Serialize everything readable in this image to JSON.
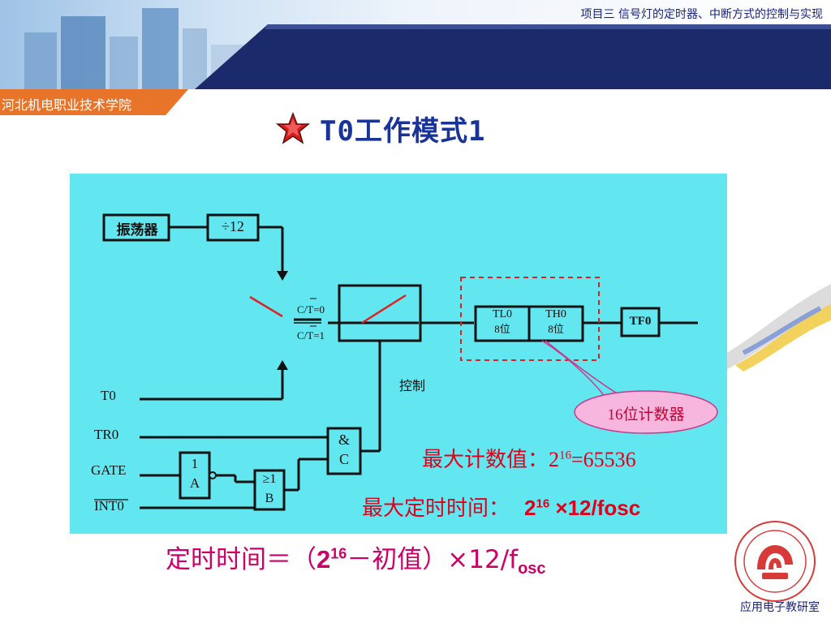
{
  "header": {
    "course_title": "项目三  信号灯的定时器、中断方式的控制与实现"
  },
  "school": {
    "name": "河北机电职业技术学院"
  },
  "slide": {
    "title": "T0工作模式1"
  },
  "diagram": {
    "oscillator": "振荡器",
    "divider": "÷12",
    "ct0": "C/T=0",
    "ct1": "C/T=1",
    "tl0_top": "TL0",
    "tl0_bottom": "8位",
    "th0_top": "TH0",
    "th0_bottom": "8位",
    "tf0": "TF0",
    "control": "控制",
    "t0": "T0",
    "tr0": "TR0",
    "gate": "GATE",
    "int0": "INT0",
    "and_top": "&",
    "and_bottom": "C",
    "not_top": "1",
    "not_bottom": "A",
    "or_top": "≥1",
    "or_bottom": "B",
    "callout": "16位计数器"
  },
  "formulas": {
    "max_count_label": "最大计数值：",
    "max_count_base": "2",
    "max_count_exp": "16",
    "max_count_value": "=65536",
    "max_time_label": "最大定时时间：",
    "max_time_base": "2",
    "max_time_exp": "16",
    "max_time_rest": " ×12/fosc",
    "timing_prefix": "定时时间＝（",
    "timing_base": "2",
    "timing_exp": "16",
    "timing_middle": "－初值）×12/f",
    "timing_sub": "osc"
  },
  "footer": {
    "lab": "应用电子教研室"
  },
  "colors": {
    "accent_red": "#e0001a",
    "title_blue": "#1a3399",
    "diagram_bg": "#62e7f1",
    "header_navy": "#1b2a6b"
  }
}
